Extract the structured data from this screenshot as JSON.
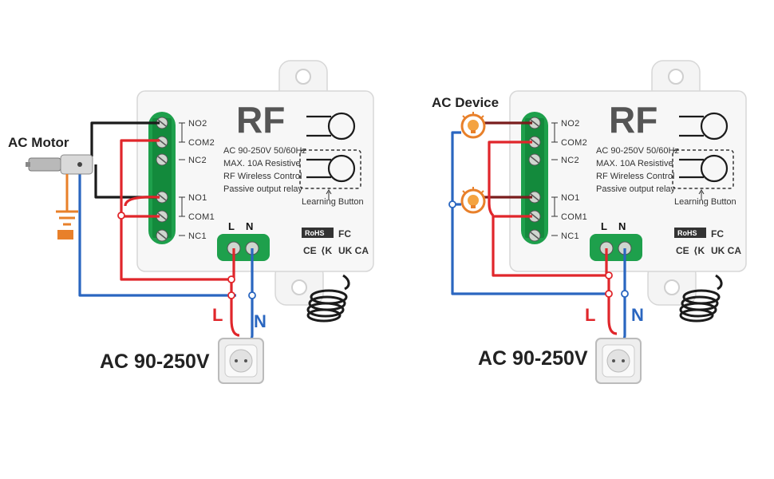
{
  "colors": {
    "live": "#e0262b",
    "neutral": "#2a66c0",
    "black": "#1b1b1b",
    "darkred": "#7a1d1d",
    "orange": "#e8802a",
    "terminal_green": "#1ea04c",
    "case": "#f7f7f7",
    "case_edge": "#d7d7d7"
  },
  "diagrams": [
    {
      "load_label": "AC Motor",
      "load_icon": "motor-icon",
      "ground_icon": "ground-icon",
      "module": {
        "title": "RF",
        "specs": [
          "AC 90-250V  50/60Hz",
          "MAX. 10A  Resistive",
          "RF Wireless Control",
          "Passive output relay"
        ],
        "terminals": [
          "NO2",
          "COM2",
          "NC2",
          "NO1",
          "COM1",
          "NC1"
        ],
        "power_terminals": [
          "L",
          "N"
        ],
        "learning_button": "Learning Button",
        "certs": [
          "RoHS",
          "FC",
          "CE",
          "UK CA"
        ]
      },
      "supply_label": "AC 90-250V",
      "line_label": "L",
      "neutral_label": "N"
    },
    {
      "load_label": "AC Device",
      "load_icon": "bulb-icon",
      "module": {
        "title": "RF",
        "specs": [
          "AC 90-250V  50/60Hz",
          "MAX. 10A  Resistive",
          "RF Wireless Control",
          "Passive output relay"
        ],
        "terminals": [
          "NO2",
          "COM2",
          "NC2",
          "NO1",
          "COM1",
          "NC1"
        ],
        "power_terminals": [
          "L",
          "N"
        ],
        "learning_button": "Learning Button",
        "certs": [
          "RoHS",
          "FC",
          "CE",
          "UK CA"
        ]
      },
      "supply_label": "AC 90-250V",
      "line_label": "L",
      "neutral_label": "N"
    }
  ]
}
